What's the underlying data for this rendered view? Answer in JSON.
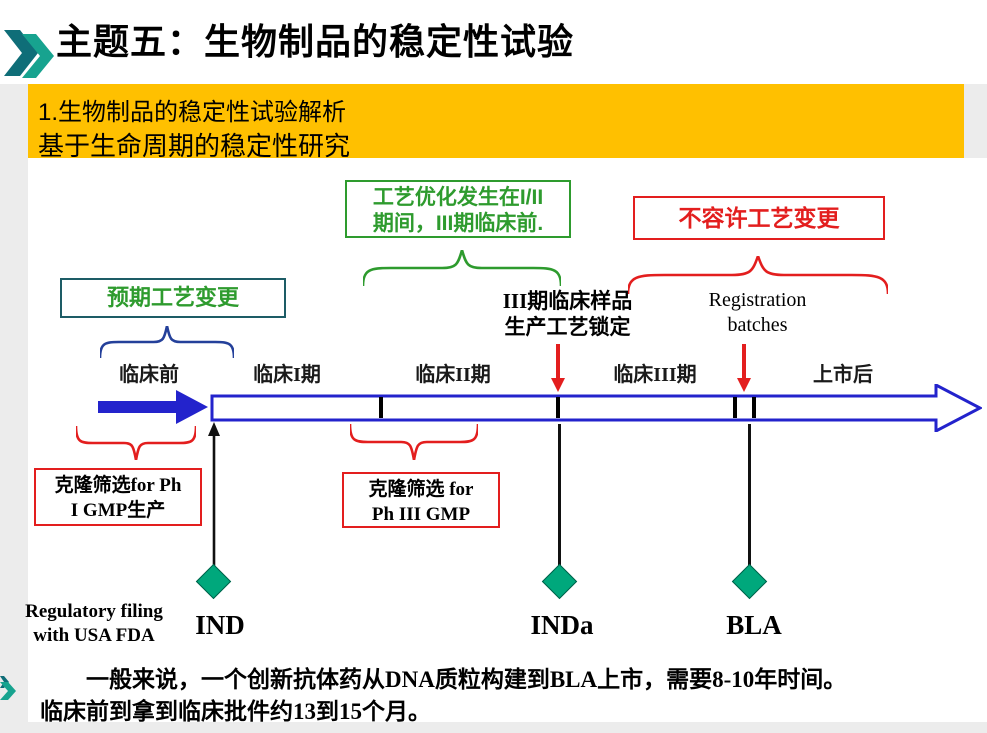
{
  "colors": {
    "accent_teal": "#17a38f",
    "banner_yellow": "#ffc000",
    "green": "#2e9b2e",
    "red": "#e31e1e",
    "blue": "#2323cc",
    "navy": "#24409a",
    "diamond_green": "#00a87c"
  },
  "header": {
    "title": "主题五：生物制品的稳定性试验"
  },
  "banner": {
    "line1": "1.生物制品的稳定性试验解析",
    "line2": "基于生命周期的稳定性研究"
  },
  "diagram": {
    "process_opt": {
      "line1": "工艺优化发生在I/II",
      "line2": "期间，III期临床前."
    },
    "no_change": "不容许工艺变更",
    "expected_change": "预期工艺变更",
    "locked": {
      "line1": "III期临床样品",
      "line2": "生产工艺锁定"
    },
    "registration": {
      "line1": "Registration",
      "line2": "batches"
    },
    "phases": {
      "pre": "临床前",
      "p1": "临床I期",
      "p2": "临床II期",
      "p3": "临床III期",
      "post": "上市后"
    },
    "clone_ph1": {
      "line1": "克隆筛选for Ph",
      "line2": "I GMP生产"
    },
    "clone_ph3": {
      "line1": "克隆筛选 for",
      "line2": "Ph III GMP"
    },
    "milestones": {
      "regulatory_line1": "Regulatory filing",
      "regulatory_line2": "with USA FDA",
      "ind": "IND",
      "inda": "INDa",
      "bla": "BLA"
    }
  },
  "footer": {
    "line1": "一般来说，一个创新抗体药从DNA质粒构建到BLA上市，需要8-10年时间。",
    "line2": "临床前到拿到临床批件约13到15个月。"
  }
}
